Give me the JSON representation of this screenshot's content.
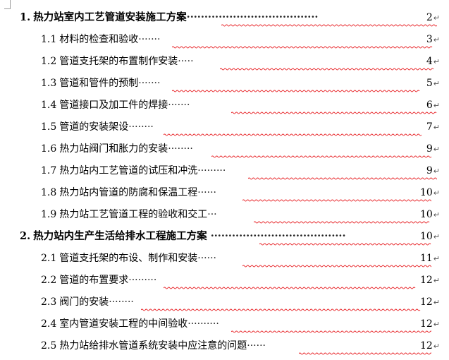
{
  "toc": {
    "para_mark": "↵",
    "entries": [
      {
        "level": 1,
        "num": "1.",
        "title": "热力站室内工艺管道安装施工方案",
        "dots": "·····································",
        "page": "2"
      },
      {
        "level": 2,
        "num": "1.1",
        "title": "材料的检查和验收",
        "dots": "·······",
        "page": "3"
      },
      {
        "level": 2,
        "num": "1.2",
        "title": "管道支托架的布置制作安装",
        "dots": "·····",
        "page": "4"
      },
      {
        "level": 2,
        "num": "1.3",
        "title": "管道和管件的预制",
        "dots": "·······",
        "page": "5"
      },
      {
        "level": 2,
        "num": "1.4",
        "title": "管道接口及加工件的焊接",
        "dots": "·······",
        "page": "6"
      },
      {
        "level": 2,
        "num": "1.5",
        "title": "管道的安装架设",
        "dots": "········",
        "page": "7"
      },
      {
        "level": 2,
        "num": "1.6",
        "title": "热力站阀门和胀力的安装",
        "dots": "········",
        "page": "9"
      },
      {
        "level": 2,
        "num": "1.7",
        "title": "热力站内工艺管道的试压和冲洗",
        "dots": "·········",
        "page": "9"
      },
      {
        "level": 2,
        "num": "1.8",
        "title": "热力站内管道的防腐和保温工程",
        "dots": "······",
        "page": "10"
      },
      {
        "level": 2,
        "num": "1.9",
        "title": "热力站工艺管道工程的验收和交工",
        "dots": "···",
        "page": "10"
      },
      {
        "level": 1,
        "num": "2.",
        "title": "热力站内生产生活给排水工程施工方案",
        "dots": " ······································",
        "page": "10"
      },
      {
        "level": 2,
        "num": "2.1",
        "title": "管道支托架的布设、制作和安装",
        "dots": "······",
        "page": "11"
      },
      {
        "level": 2,
        "num": "2.2",
        "title": "管道的布置要求",
        "dots": "·········",
        "page": "12"
      },
      {
        "level": 2,
        "num": "2.3",
        "title": "阀门的安装",
        "dots": "········",
        "page": "12"
      },
      {
        "level": 2,
        "num": "2.4",
        "title": "室内管道安装工程的中间验收",
        "dots": "··········",
        "page": "12"
      },
      {
        "level": 2,
        "num": "2.5",
        "title": "热力站给排水管道系统安装中应注意的问题",
        "dots": "······",
        "page": "12"
      }
    ]
  }
}
